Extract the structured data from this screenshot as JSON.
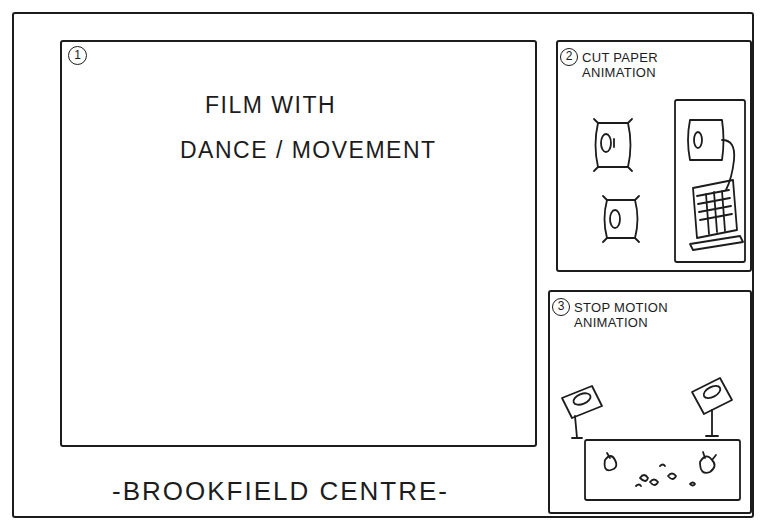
{
  "diagram": {
    "nodes": [
      {
        "text": [
          "-BROOKFIELD CENTRE-"
        ]
      },
      {
        "text": [
          "1",
          "FILM WITH",
          "DANCE / MOVEMENT"
        ],
        "in": 0
      },
      {
        "text": [
          "2",
          "CUT PAPER ANIMATION"
        ],
        "in": 0
      },
      {
        "text": [
          "3",
          "STOP MOTION ANIMATION"
        ],
        "in": 0
      }
    ]
  }
}
